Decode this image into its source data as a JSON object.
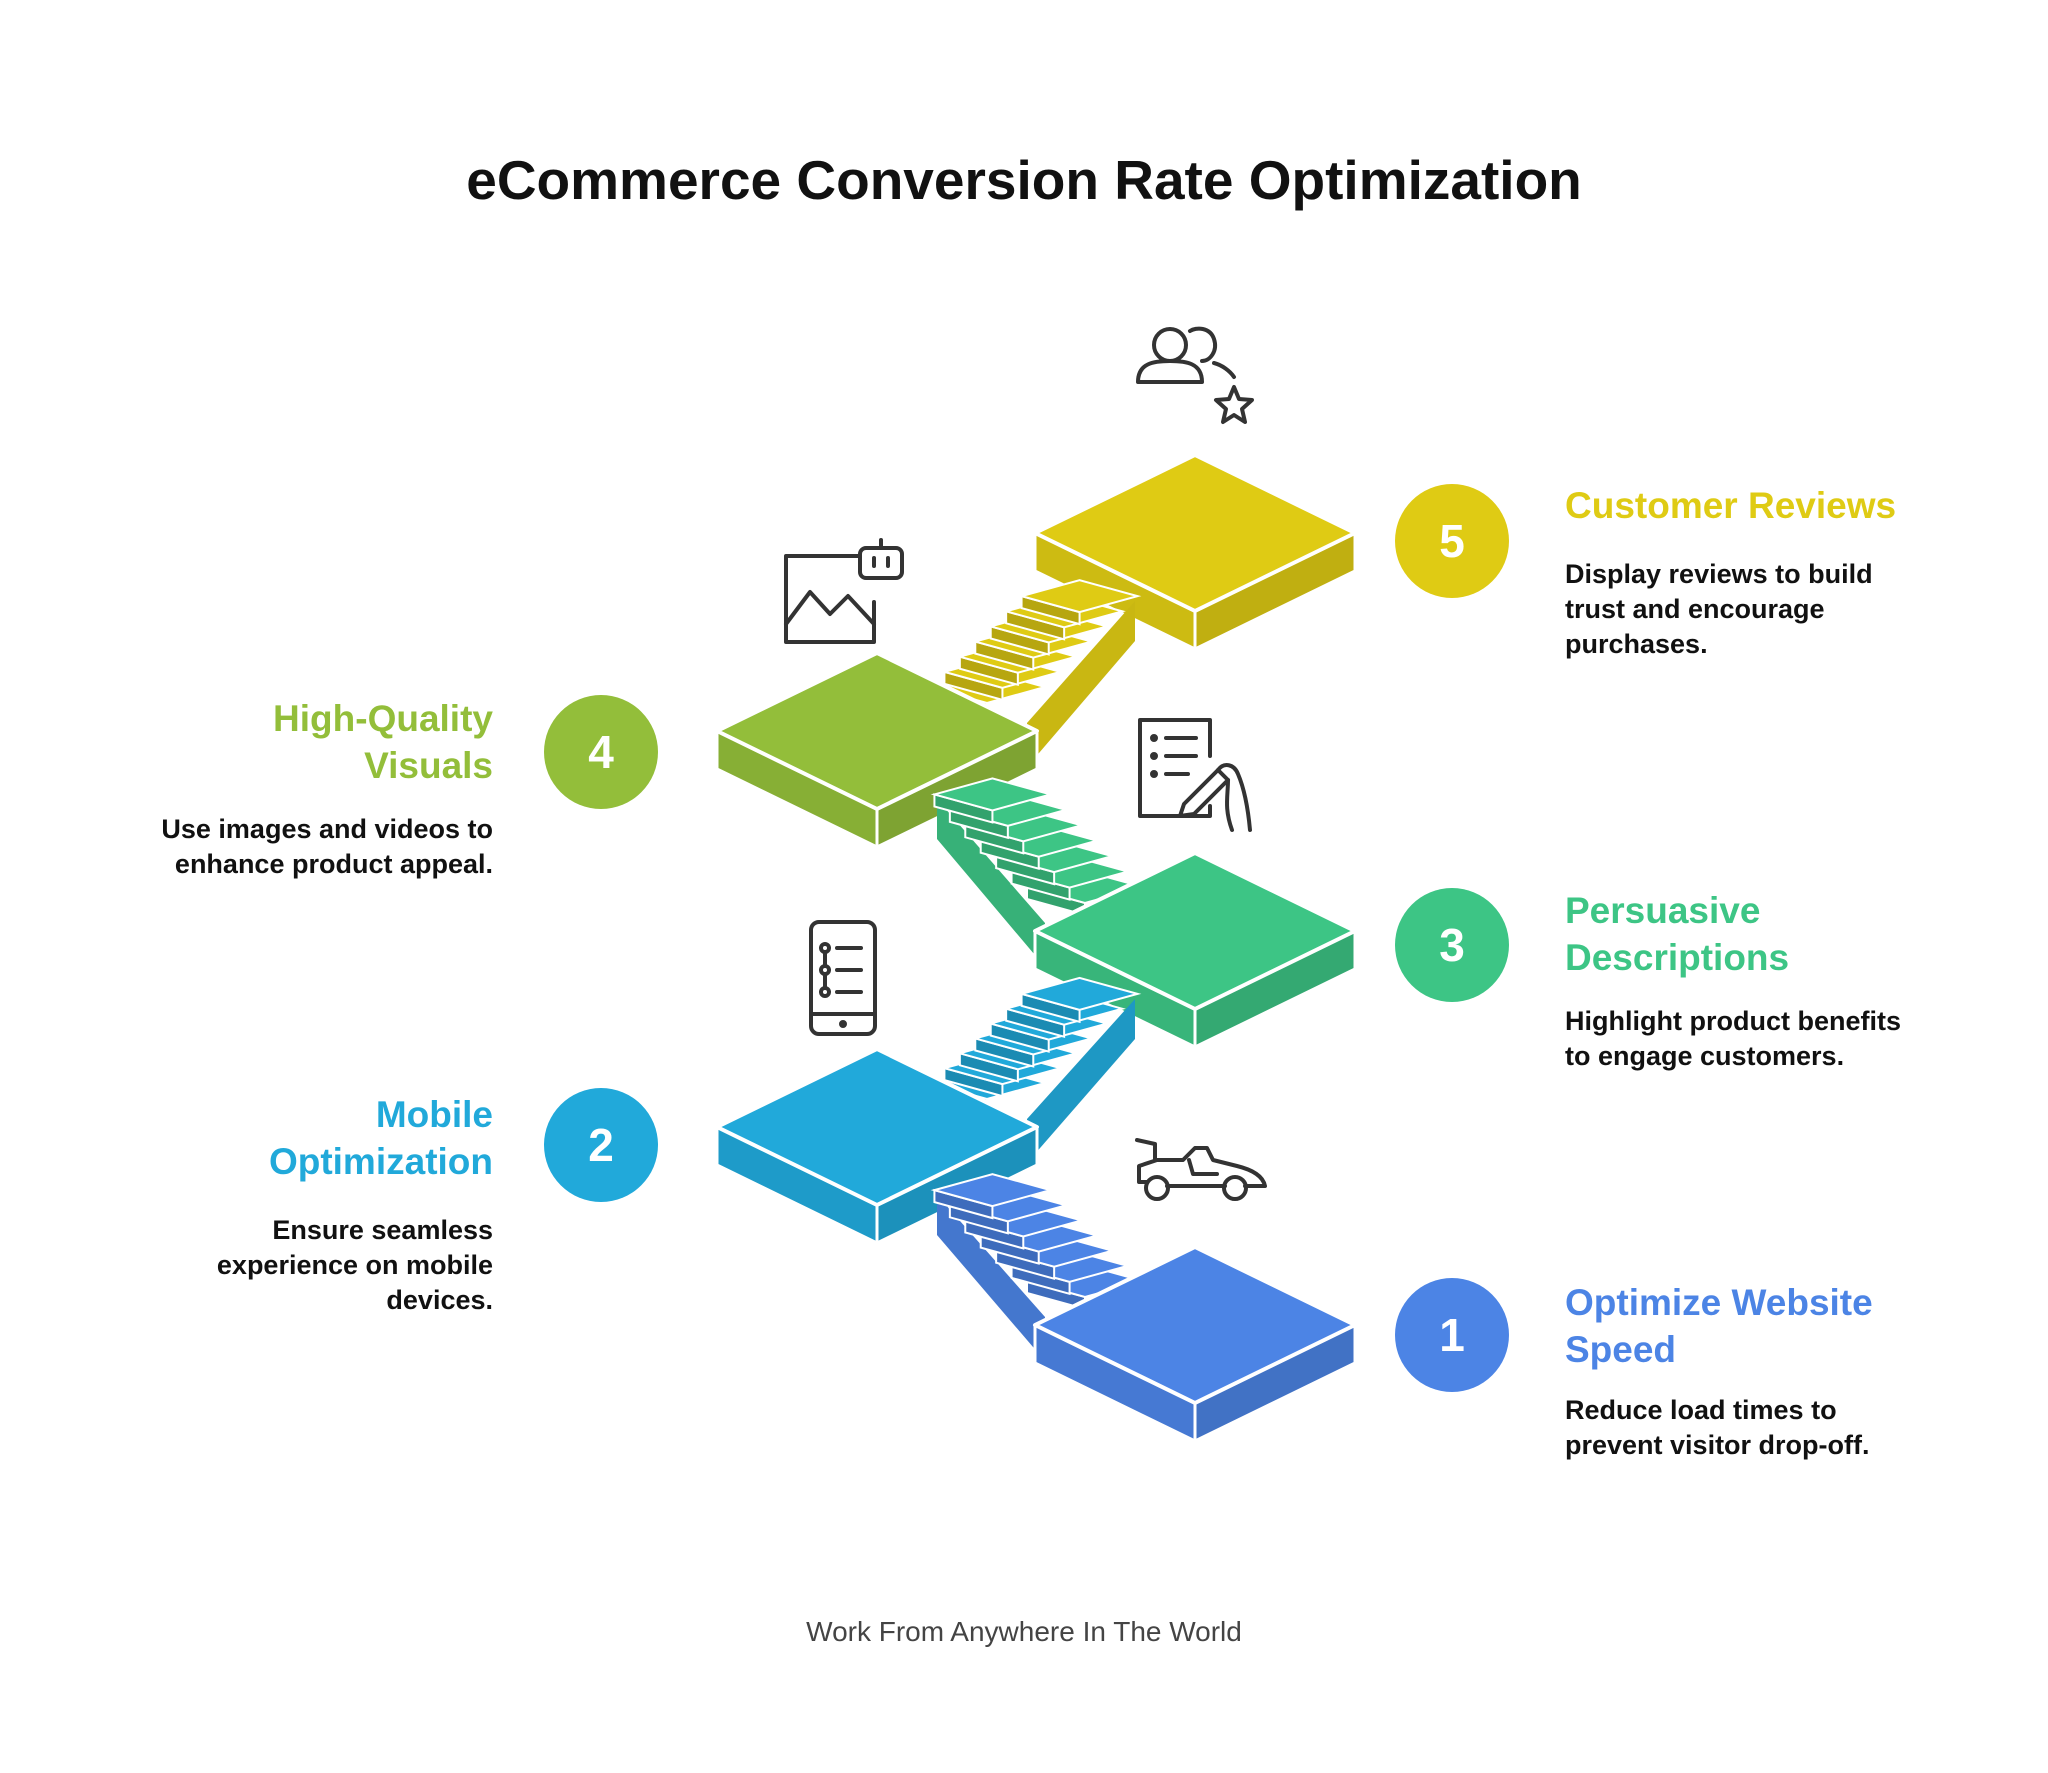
{
  "title": "eCommerce Conversion Rate Optimization",
  "footer": "Work From Anywhere In The World",
  "steps": [
    {
      "number": "1",
      "title_line1": "Optimize Website",
      "title_line2": "Speed",
      "desc_line1": "Reduce load times to",
      "desc_line2": "prevent visitor drop-off.",
      "desc_line3": "",
      "color": "#4C84E5",
      "icon": "race-car-icon"
    },
    {
      "number": "2",
      "title_line1": "Mobile",
      "title_line2": "Optimization",
      "desc_line1": "Ensure seamless",
      "desc_line2": "experience on mobile",
      "desc_line3": "devices.",
      "color": "#21A9DA",
      "icon": "mobile-checklist-icon"
    },
    {
      "number": "3",
      "title_line1": "Persuasive",
      "title_line2": "Descriptions",
      "desc_line1": "Highlight product benefits",
      "desc_line2": "to engage customers.",
      "desc_line3": "",
      "color": "#3DC585",
      "icon": "writing-document-icon"
    },
    {
      "number": "4",
      "title_line1": "High-Quality",
      "title_line2": "Visuals",
      "desc_line1": "Use images and videos to",
      "desc_line2": "enhance product appeal.",
      "desc_line3": "",
      "color": "#93BE3A",
      "icon": "image-bot-icon"
    },
    {
      "number": "5",
      "title_line1": "Customer Reviews",
      "title_line2": "",
      "desc_line1": "Display reviews to build",
      "desc_line2": "trust and encourage",
      "desc_line3": "purchases.",
      "color": "#DFCB14",
      "icon": "users-star-icon"
    }
  ]
}
